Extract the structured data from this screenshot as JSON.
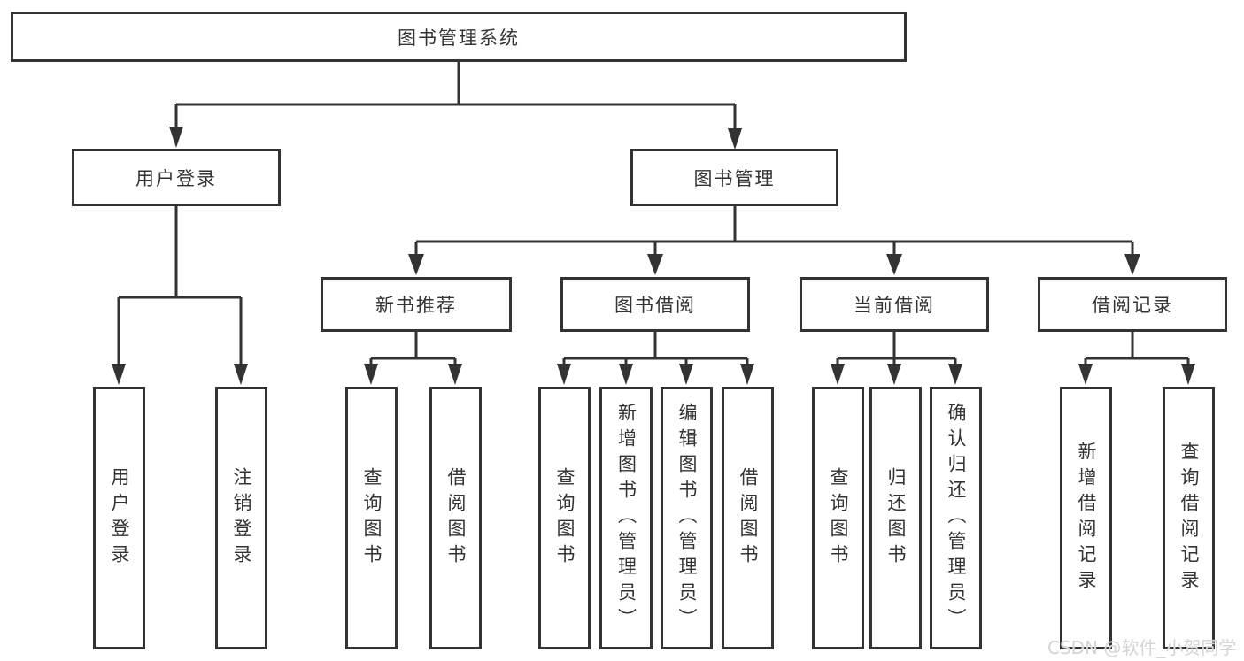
{
  "diagram": {
    "type": "hierarchy-tree",
    "title": "图书管理系统",
    "tree": {
      "root": {
        "label": "图书管理系统",
        "children": [
          {
            "label": "用户登录",
            "children": [
              {
                "label": "用户登录"
              },
              {
                "label": "注销登录"
              }
            ]
          },
          {
            "label": "图书管理",
            "children": [
              {
                "label": "新书推荐",
                "children": [
                  {
                    "label": "查询图书"
                  },
                  {
                    "label": "借阅图书"
                  }
                ]
              },
              {
                "label": "图书借阅",
                "children": [
                  {
                    "label": "查询图书"
                  },
                  {
                    "label": "新增图书（管理员）"
                  },
                  {
                    "label": "编辑图书（管理员）"
                  },
                  {
                    "label": "借阅图书"
                  }
                ]
              },
              {
                "label": "当前借阅",
                "children": [
                  {
                    "label": "查询图书"
                  },
                  {
                    "label": "归还图书"
                  },
                  {
                    "label": "确认归还（管理员）"
                  }
                ]
              },
              {
                "label": "借阅记录",
                "children": [
                  {
                    "label": "新增借阅记录"
                  },
                  {
                    "label": "查询借阅记录"
                  }
                ]
              }
            ]
          }
        ]
      }
    },
    "colors": {
      "line": "#333333",
      "box_border": "#333333",
      "text": "#333333",
      "background": "#ffffff",
      "watermark_text": "#d4d4d4"
    }
  },
  "watermark": {
    "text": "CSDN @软件_小贺同学"
  }
}
